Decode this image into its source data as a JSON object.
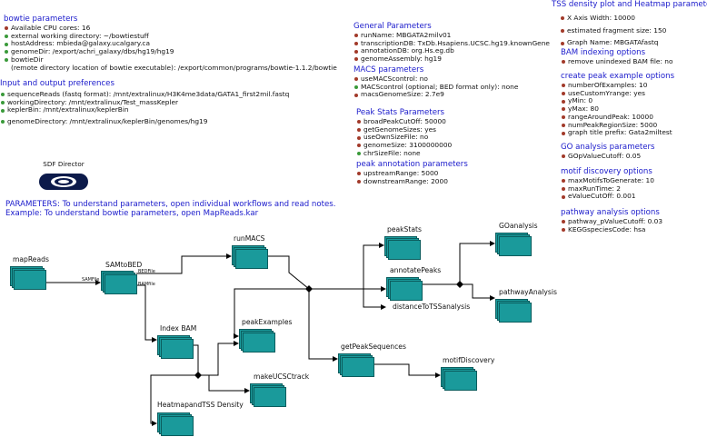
{
  "bowtie": {
    "title": "bowtie parameters",
    "items": [
      {
        "text": "Available CPU cores: 16",
        "color": "red"
      },
      {
        "text": "external working directory: ~/bowtiestuff",
        "color": "green"
      },
      {
        "text": "hostAddress: mbieda@galaxy.ucalgary.ca",
        "color": "green"
      },
      {
        "text": "genomeDir: /export/achri_galaxy/dbs/hg19/hg19",
        "color": "green"
      },
      {
        "text": "bowtieDir",
        "color": "green"
      }
    ],
    "bowtieDir_note": "(remote directory location of bowtie executable): /export/common/programs/bowtie-1.1.2/bowtie"
  },
  "io": {
    "title": "Input and output preferences",
    "items": [
      {
        "text": "sequenceReads (fastq format): /mnt/extralinux/H3K4me3data/GATA1_first2mil.fastq",
        "color": "green"
      },
      {
        "text": "workingDirectory: /mnt/extralinux/Test_massKepler",
        "color": "green"
      },
      {
        "text": "keplerBin: /mnt/extralinux/keplerBin",
        "color": "green"
      },
      {
        "text": "genomeDirectory: /mnt/extralinux/keplerBin/genomes/hg19",
        "color": "green"
      }
    ]
  },
  "director": {
    "label": "SDF Director"
  },
  "notes": [
    "PARAMETERS: To understand parameters, open individual workflows and read notes.",
    "Example: To understand bowtie parameters, open MapReads.kar"
  ],
  "general": {
    "title": "General Parameters",
    "items": [
      {
        "text": "runName: MBGATA2milv01",
        "color": "red"
      },
      {
        "text": "transcriptionDB: TxDb.Hsapiens.UCSC.hg19.knownGene",
        "color": "red"
      },
      {
        "text": "annotationDB: org.Hs.eg.db",
        "color": "red"
      },
      {
        "text": "genomeAssembly: hg19",
        "color": "red"
      }
    ]
  },
  "macs": {
    "title": "MACS parameters",
    "items": [
      {
        "text": "useMACScontrol: no",
        "color": "red"
      },
      {
        "text": "MACScontrol (optional; BED format only): none",
        "color": "green"
      },
      {
        "text": "macsGenomeSize: 2.7e9",
        "color": "red"
      }
    ]
  },
  "peakstats": {
    "title": "Peak Stats Parameters",
    "items": [
      {
        "text": "broadPeakCutOff: 50000",
        "color": "red"
      },
      {
        "text": "getGenomeSizes: yes",
        "color": "red"
      },
      {
        "text": "useOwnSizeFile: no",
        "color": "red"
      },
      {
        "text": "genomeSize: 3100000000",
        "color": "red"
      },
      {
        "text": "chrSizeFile: none",
        "color": "green"
      }
    ]
  },
  "peakanno": {
    "title": "peak annotation parameters",
    "items": [
      {
        "text": "upstreamRange: 5000",
        "color": "red"
      },
      {
        "text": "downstreamRange: 2000",
        "color": "red"
      }
    ]
  },
  "tss": {
    "title": "TSS density plot and Heatmap parameters",
    "items": [
      {
        "text": "X Axis Width: 10000",
        "color": "red"
      },
      {
        "text": "estimated fragment size: 150",
        "color": "red"
      },
      {
        "text": "Graph Name: MBGATAfastq",
        "color": "red"
      }
    ]
  },
  "bam": {
    "title": "BAM indexing options",
    "items": [
      {
        "text": "remove unindexed BAM file: no",
        "color": "red"
      }
    ]
  },
  "peakex": {
    "title": "create peak example options",
    "items": [
      {
        "text": "numberOfExamples: 10",
        "color": "red"
      },
      {
        "text": "useCustomYrange: yes",
        "color": "red"
      },
      {
        "text": "yMin: 0",
        "color": "red"
      },
      {
        "text": "yMax: 80",
        "color": "red"
      },
      {
        "text": "rangeAroundPeak: 10000",
        "color": "red"
      },
      {
        "text": "numPeakRegionSize: 5000",
        "color": "red"
      },
      {
        "text": "graph title prefix: Gata2miltest",
        "color": "red"
      }
    ]
  },
  "go": {
    "title": "GO analysis parameters",
    "items": [
      {
        "text": "GOpValueCutoff: 0.05",
        "color": "red"
      }
    ]
  },
  "motif": {
    "title": "motif discovery options",
    "items": [
      {
        "text": "maxMotifsToGenerate: 10",
        "color": "red"
      },
      {
        "text": "maxRunTime: 2",
        "color": "red"
      },
      {
        "text": "eValueCutOff: 0.001",
        "color": "red"
      }
    ]
  },
  "pathway": {
    "title": "pathway analysis options",
    "items": [
      {
        "text": "pathway_pValueCutoff: 0.03",
        "color": "red"
      },
      {
        "text": "KEGGspeciesCode: hsa",
        "color": "red"
      }
    ]
  },
  "workflow": {
    "nodes": {
      "mapReads": "mapReads",
      "samToBed": "SAMtoBED",
      "runMacs": "runMACS",
      "indexBam": "Index BAM",
      "peakExamples": "peakExamples",
      "makeUcsc": "makeUCSCtrack",
      "heatmap": "HeatmapandTSS Density",
      "peakStats": "peakStats",
      "annotatePeaks": "annotatePeaks",
      "distanceToTss": "distanceToTSSanalysis",
      "getPeakSeq": "getPeakSequences",
      "motifDiscovery": "motifDiscovery",
      "goAnalysis": "GOanalysis",
      "pathwayAnalysis": "pathwayAnalysis"
    },
    "ports": {
      "samFile": "SAMFile",
      "bedFile": "BEDFile",
      "bamFile": "BAMfile"
    },
    "node_color": "#1a9a9b"
  }
}
